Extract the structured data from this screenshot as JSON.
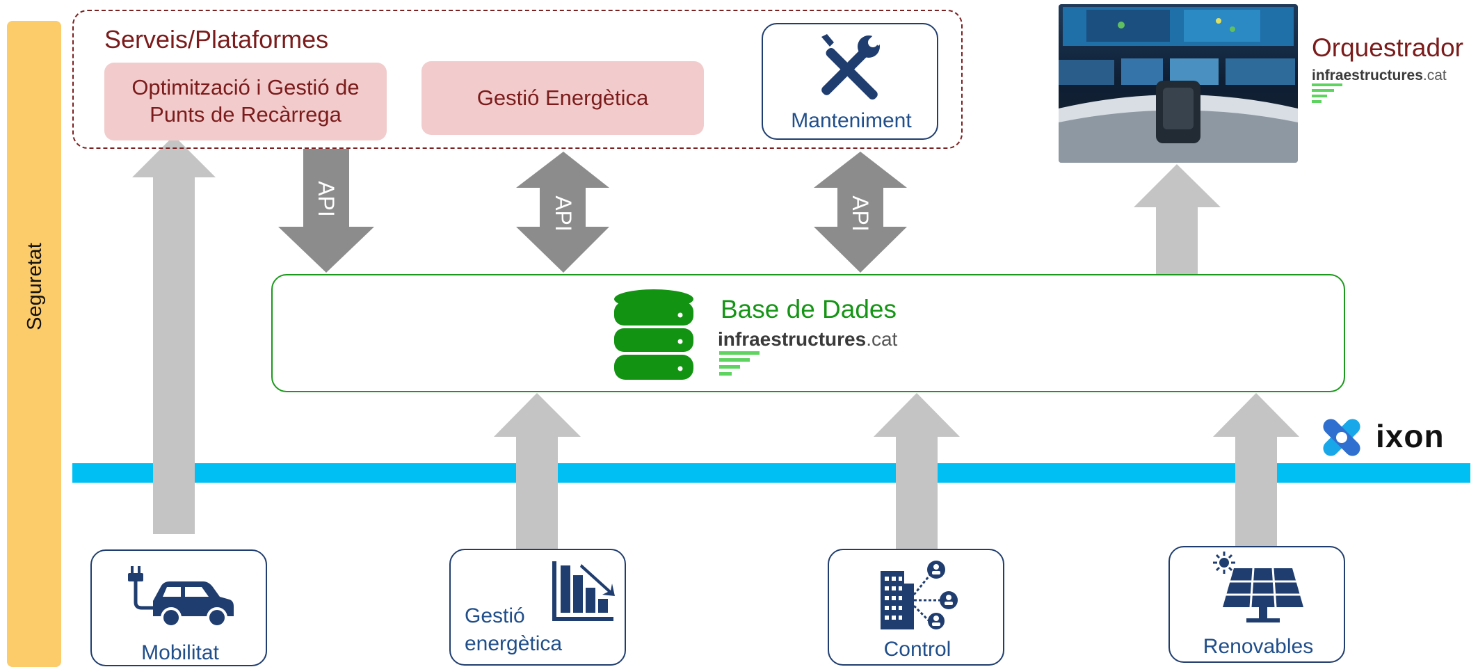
{
  "security": {
    "label": "Seguretat"
  },
  "services": {
    "title": "Serveis/Plataformes",
    "optimization_label": "Optimització i Gestió de Punts de Recàrrega",
    "energy_label": "Gestió Energètica",
    "maintenance_label": "Manteniment"
  },
  "api": {
    "label_1": "API",
    "label_2": "API",
    "label_3": "API"
  },
  "database": {
    "title": "Base de Dades",
    "brand_bold": "infraestructures",
    "brand_suffix": ".cat"
  },
  "orchestrator": {
    "title": "Orquestrador",
    "brand_bold": "infraestructures",
    "brand_suffix": ".cat"
  },
  "network": {
    "brand": "ixon"
  },
  "sources": {
    "mobility": "Mobilitat",
    "energy_line1": "Gestió",
    "energy_line2": "energètica",
    "control": "Control",
    "renewables": "Renovables"
  },
  "colors": {
    "security": "#FCCB6A",
    "service_text": "#7B1B1B",
    "service_fill": "#F2CCCC",
    "icon_blue": "#1F3D6E",
    "db_green": "#159515",
    "network": "#00BFF3",
    "arrow_light": "#C4C4C4",
    "arrow_dark": "#8C8C8C"
  }
}
